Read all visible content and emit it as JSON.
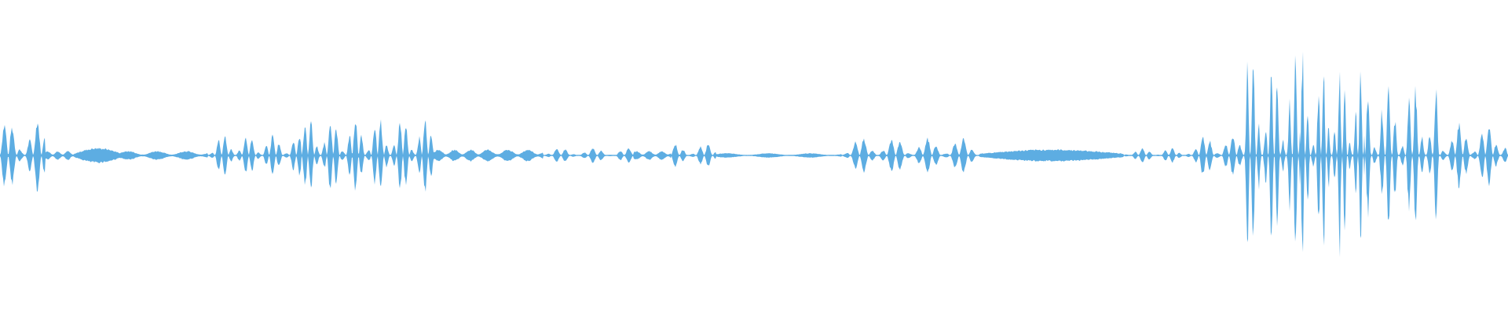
{
  "waveform": {
    "color": "#5DADE2",
    "background": "#FFFFFF",
    "segments": [
      {
        "from": 0.0,
        "to": 0.03,
        "level": 0.24,
        "style": "burst",
        "period": 0.0055
      },
      {
        "from": 0.03,
        "to": 0.05,
        "level": 0.03,
        "style": "noise"
      },
      {
        "from": 0.05,
        "to": 0.08,
        "level": 0.05,
        "style": "swell"
      },
      {
        "from": 0.08,
        "to": 0.138,
        "level": 0.03,
        "style": "noise"
      },
      {
        "from": 0.138,
        "to": 0.2,
        "level": 0.14,
        "style": "burst",
        "period": 0.0045
      },
      {
        "from": 0.2,
        "to": 0.288,
        "level": 0.26,
        "style": "burst",
        "period": 0.0042
      },
      {
        "from": 0.288,
        "to": 0.32,
        "level": 0.04,
        "style": "noise"
      },
      {
        "from": 0.32,
        "to": 0.36,
        "level": 0.04,
        "style": "noise"
      },
      {
        "from": 0.36,
        "to": 0.42,
        "level": 0.05,
        "style": "burst",
        "period": 0.006
      },
      {
        "from": 0.42,
        "to": 0.445,
        "level": 0.03,
        "style": "noise"
      },
      {
        "from": 0.445,
        "to": 0.475,
        "level": 0.08,
        "style": "burst",
        "period": 0.0055
      },
      {
        "from": 0.475,
        "to": 0.558,
        "level": 0.015,
        "style": "noise"
      },
      {
        "from": 0.558,
        "to": 0.65,
        "level": 0.12,
        "style": "burst",
        "period": 0.006
      },
      {
        "from": 0.65,
        "to": 0.745,
        "level": 0.04,
        "style": "swell"
      },
      {
        "from": 0.745,
        "to": 0.79,
        "level": 0.05,
        "style": "burst",
        "period": 0.005
      },
      {
        "from": 0.79,
        "to": 0.825,
        "level": 0.14,
        "style": "burst",
        "period": 0.005
      },
      {
        "from": 0.825,
        "to": 0.862,
        "level": 0.68,
        "style": "spiky",
        "period": 0.004
      },
      {
        "from": 0.862,
        "to": 0.905,
        "level": 0.62,
        "style": "spiky",
        "period": 0.0035
      },
      {
        "from": 0.905,
        "to": 0.955,
        "level": 0.5,
        "style": "spiky",
        "period": 0.0045
      },
      {
        "from": 0.955,
        "to": 1.0,
        "level": 0.22,
        "style": "burst",
        "period": 0.005
      }
    ]
  }
}
